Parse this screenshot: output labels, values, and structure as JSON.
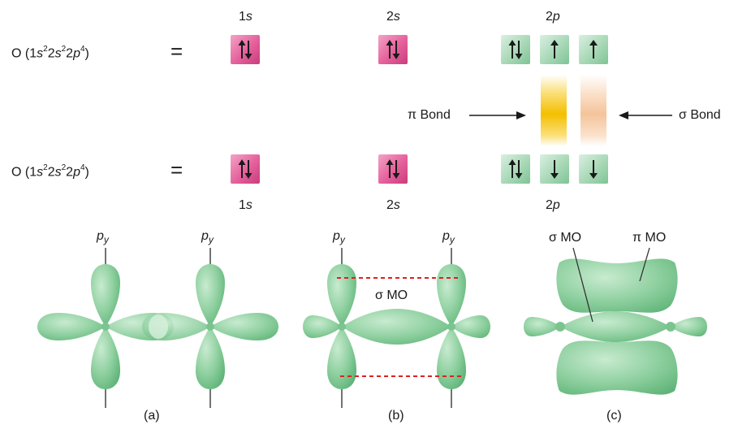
{
  "top_row": {
    "config": {
      "el": "O (1",
      "s1": "s",
      "e1": "2",
      "n2": "2",
      "s2": "s",
      "e2": "2",
      "n3": "2",
      "s3": "p",
      "e3": "4",
      "close": ")"
    },
    "equals": "=",
    "labels": {
      "l1s": "1s",
      "l2s": "2s",
      "l2p": "2p"
    }
  },
  "bottom_row": {
    "config": {
      "el": "O (1",
      "s1": "s",
      "e1": "2",
      "n2": "2",
      "s2": "s",
      "e2": "2",
      "n3": "2",
      "s3": "p",
      "e3": "4",
      "close": ")"
    },
    "equals": "=",
    "labels": {
      "l1s": "1s",
      "l2s": "2s",
      "l2p": "2p"
    }
  },
  "bond_labels": {
    "pi_bond": "π Bond",
    "sigma_bond": "σ Bond"
  },
  "panel_a": {
    "py_left": "py",
    "py_right": "py",
    "caption": "(a)"
  },
  "panel_b": {
    "py_left": "py",
    "py_right": "py",
    "sigma_mo": "σ MO",
    "caption": "(b)"
  },
  "panel_c": {
    "sigma_mo": "σ MO",
    "pi_mo": "π MO",
    "caption": "(c)"
  },
  "colors": {
    "pink_box": "#e4609b",
    "green_box": "#a8d8b6",
    "lobe": "#8fd0a0",
    "pi_bond_bar": "#f5c000",
    "sigma_bond_bar": "#f6c7a0",
    "dash": "#e02020"
  }
}
